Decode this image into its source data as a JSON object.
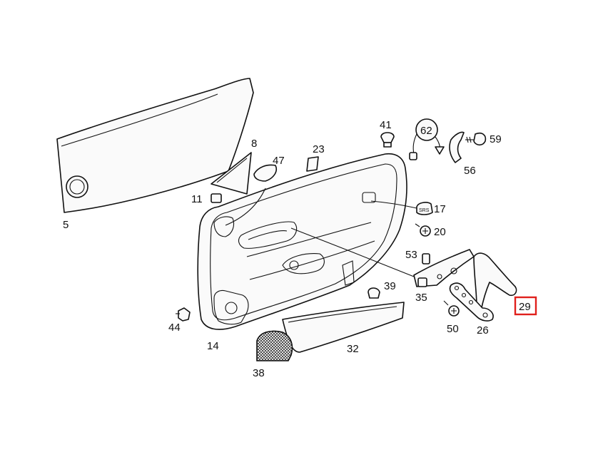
{
  "colors": {
    "line": "#111111",
    "highlight": "#e0201c",
    "background": "#ffffff"
  },
  "labels": {
    "p5": "5",
    "p8": "8",
    "p11": "11",
    "p14": "14",
    "p17": "17",
    "p20": "20",
    "p23": "23",
    "p26": "26",
    "p29": "29",
    "p32": "32",
    "p35": "35",
    "p38": "38",
    "p39": "39",
    "p41": "41",
    "p44": "44",
    "p47": "47",
    "p50": "50",
    "p53": "53",
    "p56": "56",
    "p59": "59",
    "p62": "62"
  },
  "highlighted": "29"
}
